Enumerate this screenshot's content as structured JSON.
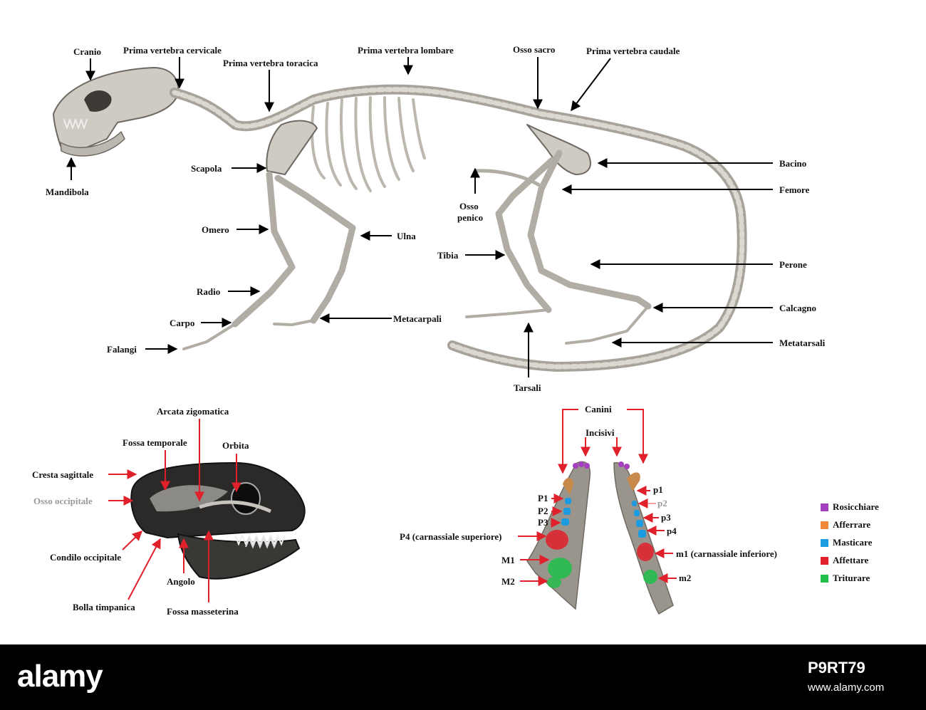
{
  "skeleton_labels": {
    "cranio": "Cranio",
    "prima_vertebra_cervicale": "Prima vertebra cervicale",
    "prima_vertebra_toracica": "Prima vertebra toracica",
    "prima_vertebra_lombare": "Prima vertebra lombare",
    "osso_sacro": "Osso sacro",
    "prima_vertebra_caudale": "Prima vertebra caudale",
    "mandibola": "Mandibola",
    "scapola": "Scapola",
    "omero": "Omero",
    "ulna": "Ulna",
    "radio": "Radio",
    "carpo": "Carpo",
    "falangi": "Falangi",
    "metacarpali": "Metacarpali",
    "osso_penico_1": "Osso",
    "osso_penico_2": "penico",
    "tibia": "Tibia",
    "tarsali": "Tarsali",
    "bacino": "Bacino",
    "femore": "Femore",
    "perone": "Perone",
    "calcagno": "Calcagno",
    "metatarsali": "Metatarsali"
  },
  "skull_labels": {
    "arcata_zigomatica": "Arcata zigomatica",
    "fossa_temporale": "Fossa temporale",
    "orbita": "Orbita",
    "cresta_sagittale": "Cresta sagittale",
    "osso_occipitale": "Osso occipitale",
    "condilo_occipitale": "Condilo occipitale",
    "angolo": "Angolo",
    "bolla_timpanica": "Bolla timpanica",
    "fossa_masseterina": "Fossa masseterina"
  },
  "dentition_labels": {
    "canini": "Canini",
    "incisivi": "Incisivi",
    "P1": "P1",
    "P2": "P2",
    "P3": "P3",
    "P4": "P4 (carnassiale superiore)",
    "M1": "M1",
    "M2": "M2",
    "p1": "p1",
    "p2": "p2",
    "p3": "p3",
    "p4": "p4",
    "m1": "m1 (carnassiale inferiore)",
    "m2": "m2"
  },
  "legend": [
    {
      "label": "Rosicchiare",
      "color": "#a43fbf"
    },
    {
      "label": "Afferrare",
      "color": "#f08a3a"
    },
    {
      "label": "Masticare",
      "color": "#1d9be0"
    },
    {
      "label": "Affettare",
      "color": "#e0202a"
    },
    {
      "label": "Triturare",
      "color": "#1fbf4a"
    }
  ],
  "footer": {
    "brand": "alamy",
    "image_code": "P9RT79",
    "url": "www.alamy.com"
  }
}
